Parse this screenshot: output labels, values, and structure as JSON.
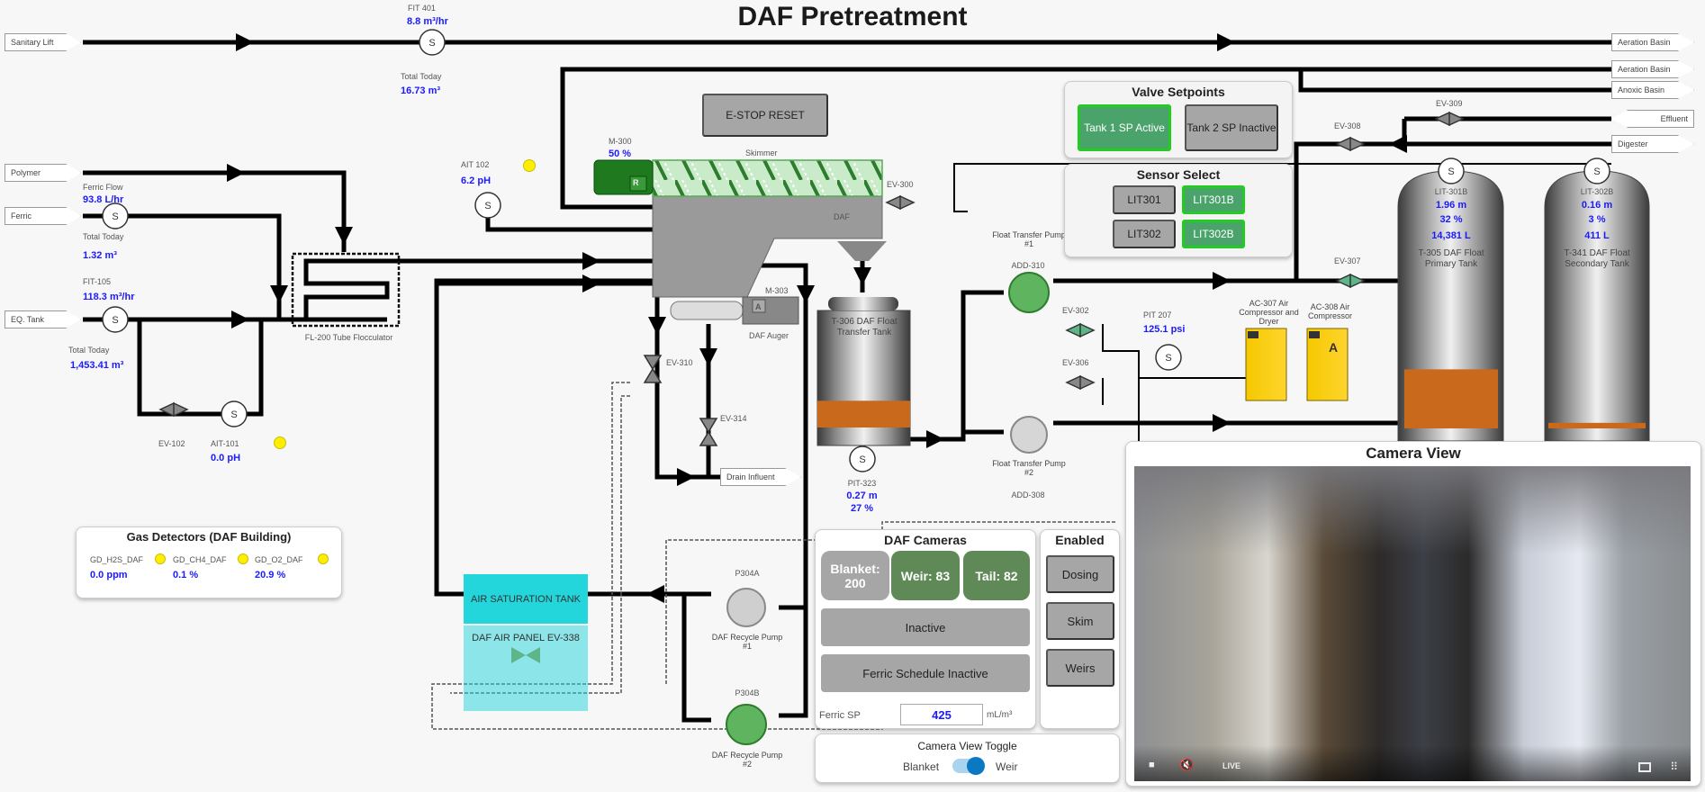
{
  "page": {
    "title": "DAF Pretreatment"
  },
  "colors": {
    "accent_green": "#4aa36b",
    "active_border": "#22cc22",
    "value_blue": "#1a1aff",
    "sludge_orange": "#c8691b",
    "cyan_tank": "#22d6dc",
    "camera_tile_green": "#5f8a58"
  },
  "offpage": {
    "inputs": [
      "Sanitary Lift",
      "Polymer",
      "Ferric",
      "EQ. Tank"
    ],
    "outputs": [
      "Aeration Basin",
      "Aeration Basin",
      "Anoxic Basin",
      "Effluent",
      "Digester"
    ],
    "drain": "Drain Influent"
  },
  "instruments": {
    "ft401": {
      "tag": "FIT 401",
      "flow": "8.8 m³/hr",
      "total_label": "Total Today",
      "total": "16.73 m³"
    },
    "ferric": {
      "tag": "Ferric Flow",
      "flow": "93.8 L/hr",
      "total_label": "Total Today",
      "total": "1.32 m³"
    },
    "ft105": {
      "tag": "FIT-105",
      "flow": "118.3 m³/hr",
      "total_label": "Total Today",
      "total": "1,453.41 m³"
    },
    "ait102": {
      "tag": "AIT 102",
      "value": "6.2 pH"
    },
    "ait101": {
      "tag": "AIT-101",
      "value": "0.0 pH"
    },
    "ev102": {
      "tag": "EV-102"
    },
    "flocculator": {
      "label": "FL-200 Tube Flocculator"
    },
    "skimmer": {
      "tag": "M-300",
      "speed": "50 %",
      "label": "Skimmer",
      "mode": "R"
    },
    "daf": {
      "label": "DAF"
    },
    "ev300": {
      "tag": "EV-300"
    },
    "auger": {
      "tag": "M-303",
      "label": "DAF Auger",
      "mode": "A"
    },
    "ev310": {
      "tag": "EV-310"
    },
    "ev314": {
      "tag": "EV-314"
    },
    "float_tank": {
      "label": "T-306 DAF Float Transfer Tank",
      "tag": "PIT-323",
      "level": "0.27 m",
      "percent": "27 %",
      "fill_fraction": 0.27
    },
    "pump1": {
      "label": "Float Transfer Pump #1",
      "tag": "ADD-310",
      "state": "running"
    },
    "pump2": {
      "label": "Float Transfer Pump #2",
      "tag": "ADD-308",
      "state": "stopped"
    },
    "ev302": {
      "tag": "EV-302"
    },
    "ev306": {
      "tag": "EV-306"
    },
    "pt207": {
      "tag": "PIT 207",
      "value": "125.1 psi"
    },
    "comp1": {
      "label": "AC-307 Air Compressor and Dryer"
    },
    "comp2": {
      "label": "AC-308 Air Compressor",
      "mode": "A"
    },
    "ev307": {
      "tag": "EV-307"
    },
    "ev308": {
      "tag": "EV-308"
    },
    "ev309": {
      "tag": "EV-309"
    },
    "primary_tank": {
      "tag": "LIT-301B",
      "level": "1.96 m",
      "percent": "32 %",
      "volume": "14,381 L",
      "label": "T-305 DAF Float Primary Tank",
      "fill_fraction": 0.32
    },
    "secondary_tank": {
      "tag": "LIT-302B",
      "level": "0.16 m",
      "percent": "3 %",
      "volume": "411 L",
      "label": "T-341 DAF Float Secondary Tank",
      "fill_fraction": 0.03
    },
    "air_sat": {
      "label": "AIR SATURATION TANK",
      "panel_label": "DAF AIR PANEL EV-338"
    },
    "recycle1": {
      "tag": "P304A",
      "label": "DAF Recycle Pump #1"
    },
    "recycle2": {
      "tag": "P304B",
      "label": "DAF Recycle Pump #2"
    }
  },
  "gas_detectors": {
    "title": "Gas Detectors (DAF Building)",
    "items": [
      {
        "tag": "GD_H2S_DAF",
        "value": "0.0 ppm"
      },
      {
        "tag": "GD_CH4_DAF",
        "value": "0.1 %"
      },
      {
        "tag": "GD_O2_DAF",
        "value": "20.9 %"
      }
    ]
  },
  "controls": {
    "estop_label": "E-STOP RESET",
    "valve_setpoints": {
      "title": "Valve Setpoints",
      "tank1": "Tank 1 SP Active",
      "tank2": "Tank 2 SP Inactive"
    },
    "sensor_select": {
      "title": "Sensor Select",
      "buttons": [
        "LIT301",
        "LIT301B",
        "LIT302",
        "LIT302B"
      ]
    }
  },
  "daf_cameras": {
    "title": "DAF Cameras",
    "blanket": "Blanket: 200",
    "weir": "Weir: 83",
    "tail": "Tail: 82",
    "status": "Inactive",
    "ferric_schedule": "Ferric Schedule Inactive",
    "ferric_sp_label": "Ferric SP",
    "ferric_sp_value": "425",
    "ferric_sp_unit": "mL/m³"
  },
  "enabled": {
    "title": "Enabled",
    "buttons": [
      "Dosing",
      "Skim",
      "Weirs"
    ]
  },
  "camera_toggle": {
    "title": "Camera View Toggle",
    "left": "Blanket",
    "right": "Weir",
    "on": true
  },
  "camera_view": {
    "title": "Camera View",
    "live_label": "LIVE"
  }
}
